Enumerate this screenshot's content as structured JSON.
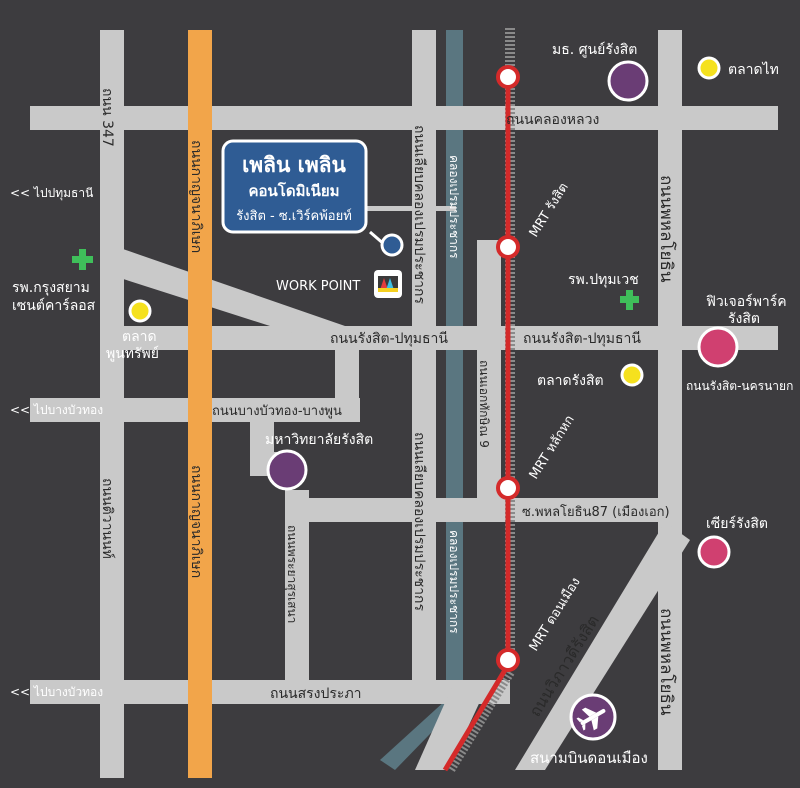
{
  "project": {
    "title": "เพลิน เพลิน",
    "subtitle": "คอนโดมิเนียม",
    "location": "รังสิต - ซ.เวิร์คพ้อยท์"
  },
  "colors": {
    "background": "#3d3c3f",
    "road": "#c9c9c9",
    "highway": "#f2a54a",
    "canal": "#5a7680",
    "mrt_line": "#d42a2a",
    "rail_track": "#8a8a8a",
    "university": "#6a3d75",
    "mall": "#d04070",
    "market": "#f5e11e",
    "hospital": "#3fbf5a",
    "project_box": "#2f5c94"
  },
  "roads": {
    "road_347": "ถนน 347",
    "khlong_luang": "ถนนคลองหลวง",
    "kanchana_top": "ถนนกาญจนาภิเษก",
    "kanchana_bottom": "ถนนกาญจนาภิเษก",
    "khlong_prem_top": "ถนนเลียบคลองเปรมประชากร",
    "khlong_prem_bottom": "ถนนเลียบคลองเปรมประชากร",
    "phahon_top": "ถนนพหลโยธิน",
    "phahon_bottom": "ถนนพหลโยธิน",
    "rangsit_pathum_left": "ถนนรังสิต-ปทุมธานี",
    "rangsit_pathum_right": "ถนนรังสิต-ปทุมธานี",
    "rangsit_nakhon": "ถนนรังสิต-นครนายก",
    "bang_bua_thong": "ถนนบางบัวทอง-บางพูน",
    "soi_phahon87": "ซ.พหลโยธิน87 (เมืองเอก)",
    "song_prapha": "ถนนสรงประภา",
    "vibhavadi": "ถนนวิภาวดีรังสิต",
    "tiwanon": "ถนนติวานนท์",
    "tiwanon_inner": "ถนนพระยาสุรเสนา",
    "soi_9": "ถนนเอกทักษิณ 9"
  },
  "canal_labels": {
    "top": "คลองเปรมประชากร",
    "bottom": "คลองเปรมประชากร"
  },
  "directions": {
    "pathum_thani": "<< ไปปทุมธานี",
    "bang_bua_thong_1": "<< ไปบางบัวทอง",
    "bang_bua_thong_2": "<< ไปบางบัวทอง"
  },
  "stations": {
    "rangsit": "MRT รังสิต",
    "lak_hok": "MRT หลักหก",
    "don_mueang": "MRT ดอนเมือง"
  },
  "places": {
    "university_top": "มธ. ศูนย์รังสิต",
    "market_thai": "ตลาดไท",
    "hospital_left": "รพ.กรุงสยาม\nเซนต์คาร์ลอส",
    "hospital_right": "รพ.ปทุมเวช",
    "market_poon": "ตลาด\nพูนทรัพย์",
    "work_point": "WORK POINT",
    "future_park": "ฟิวเจอร์พาร์ค\nรังสิต",
    "market_rangsit": "ตลาดรังสิต",
    "rangsit_univ": "มหาวิทยาลัยรังสิต",
    "zeer": "เซียร์รังสิต",
    "airport": "สนามบินดอนเมือง"
  },
  "icons": {
    "hospital": "plus-cross-icon",
    "airport": "airplane-icon",
    "workpoint": "workpoint-logo",
    "project": "location-pin-icon"
  }
}
